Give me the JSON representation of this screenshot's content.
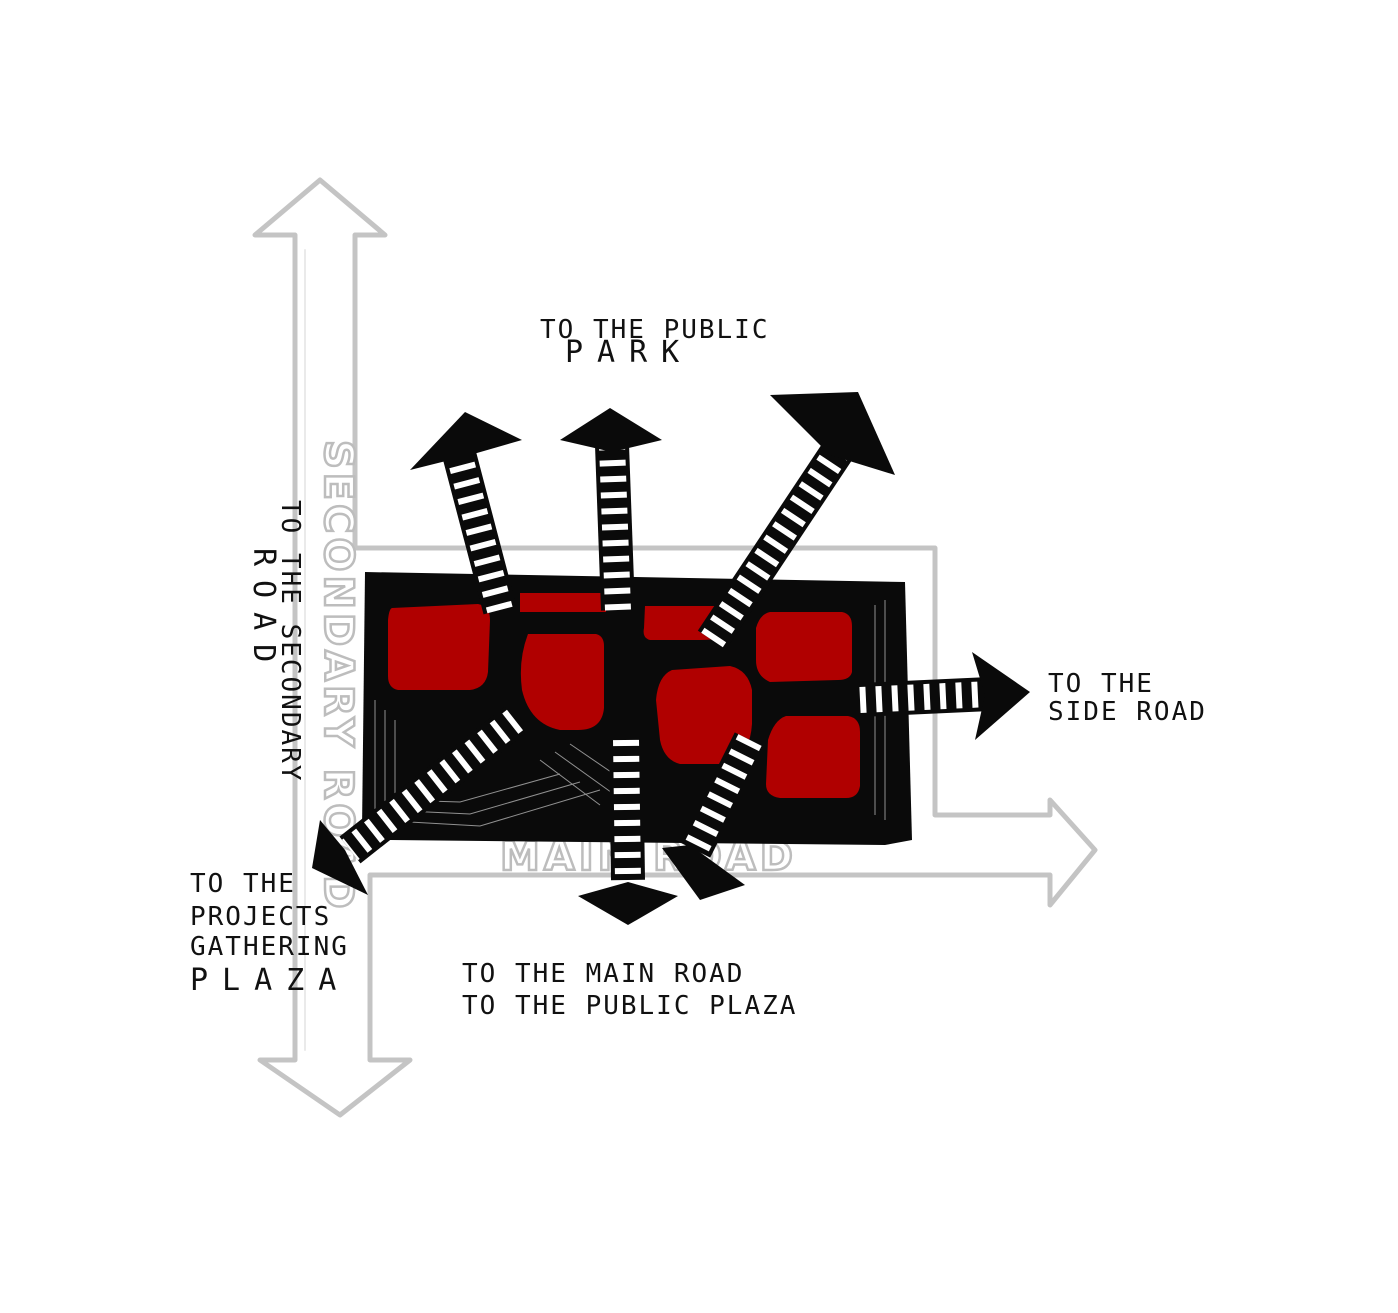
{
  "labels": {
    "public_park": [
      "TO THE PUBLIC",
      "PARK"
    ],
    "secondary_road": [
      "TO THE SECONDARY",
      "ROAD"
    ],
    "side_road": [
      "TO THE",
      "SIDE ROAD"
    ],
    "gathering_plaza": [
      "TO THE",
      "PROJECTS",
      "GATHERING",
      "PLAZA"
    ],
    "main_road": [
      "TO THE MAIN ROAD",
      "TO THE PUBLIC PLAZA"
    ]
  },
  "roads": {
    "secondary": "SECONDARY ROAD",
    "main": "MAIN ROAD"
  },
  "colors": {
    "block": "#0a0a0a",
    "zones": "#b00000",
    "road": "#c4c4c4",
    "stripe": "#ffffff"
  }
}
